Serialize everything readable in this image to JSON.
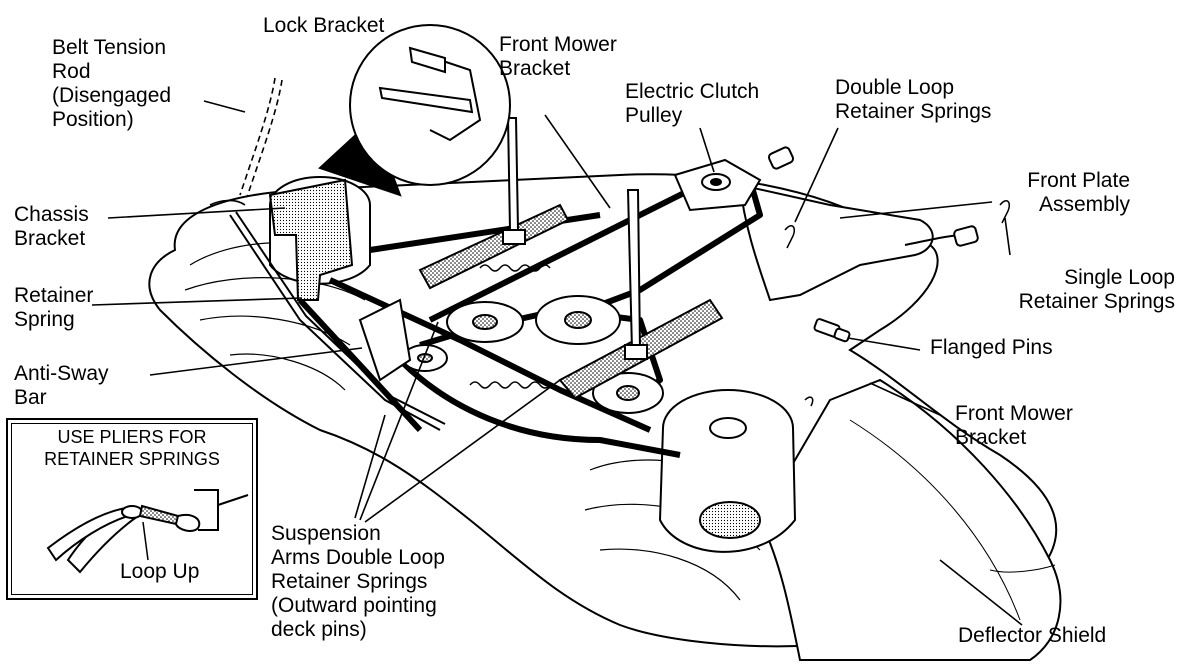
{
  "labels": {
    "belt_tension_rod": "Belt Tension\nRod\n(Disengaged\nPosition)",
    "lock_bracket": "Lock Bracket",
    "front_mower_bracket_top": "Front Mower\nBracket",
    "electric_clutch_pulley": "Electric Clutch\nPulley",
    "double_loop_retainer_springs": "Double Loop\nRetainer Springs",
    "front_plate_assembly": "Front Plate\nAssembly",
    "chassis_bracket": "Chassis\nBracket",
    "single_loop_retainer_springs": "Single Loop\nRetainer Springs",
    "retainer_spring": "Retainer\nSpring",
    "flanged_pins": "Flanged Pins",
    "anti_sway_bar": "Anti-Sway\nBar",
    "front_mower_bracket_right": "Front Mower\nBracket",
    "suspension_arms": "Suspension\nArms Double Loop\nRetainer Springs\n(Outward pointing\ndeck pins)",
    "deflector_shield": "Deflector Shield"
  },
  "inset": {
    "title": "USE PLIERS FOR\nRETAINER SPRINGS",
    "loop_label": "Loop Up"
  }
}
